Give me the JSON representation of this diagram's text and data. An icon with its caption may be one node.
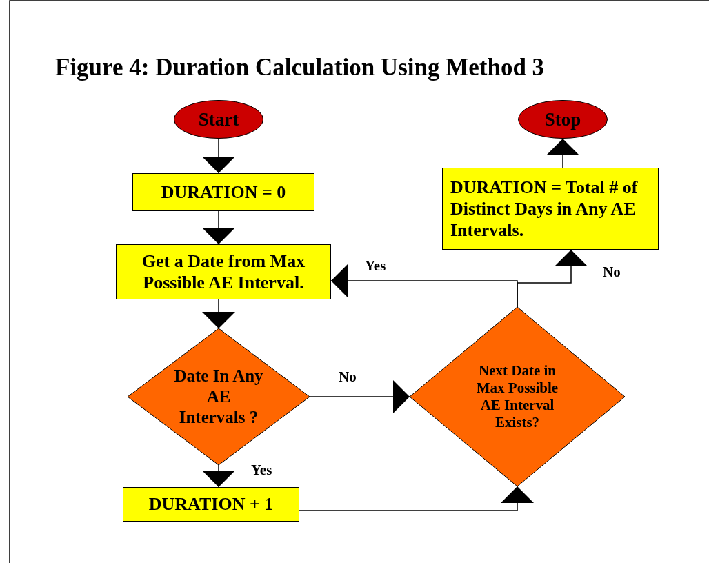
{
  "diagram": {
    "title": "Figure 4: Duration Calculation Using Method 3",
    "nodes": [
      {
        "text": [
          "Start"
        ]
      },
      {
        "text": [
          "DURATION = 0"
        ]
      },
      {
        "text": [
          "Get a Date from Max Possible AE Interval."
        ]
      },
      {
        "text": [
          "Date In Any AE Intervals ?"
        ]
      },
      {
        "text": [
          "DURATION + 1"
        ]
      },
      {
        "text": [
          "Next Date in Max Possible AE Interval Exists?"
        ]
      },
      {
        "text": [
          "DURATION = Total # of Distinct Days in Any AE Intervals."
        ]
      },
      {
        "text": [
          "Stop"
        ]
      }
    ],
    "edges": [
      {
        "from": 0,
        "to": 1,
        "arrow": "to"
      },
      {
        "from": 1,
        "to": 2,
        "arrow": "to"
      },
      {
        "from": 2,
        "to": 3,
        "arrow": "to"
      },
      {
        "from": 3,
        "to": 4,
        "arrow": "to",
        "label": "Yes"
      },
      {
        "from": 3,
        "to": 5,
        "arrow": "to",
        "label": "No"
      },
      {
        "from": 4,
        "to": 5,
        "arrow": "to"
      },
      {
        "from": 5,
        "to": 2,
        "arrow": "to",
        "label": "Yes"
      },
      {
        "from": 5,
        "to": 6,
        "arrow": "to",
        "label": "No"
      },
      {
        "from": 6,
        "to": 7,
        "arrow": "to"
      }
    ]
  }
}
